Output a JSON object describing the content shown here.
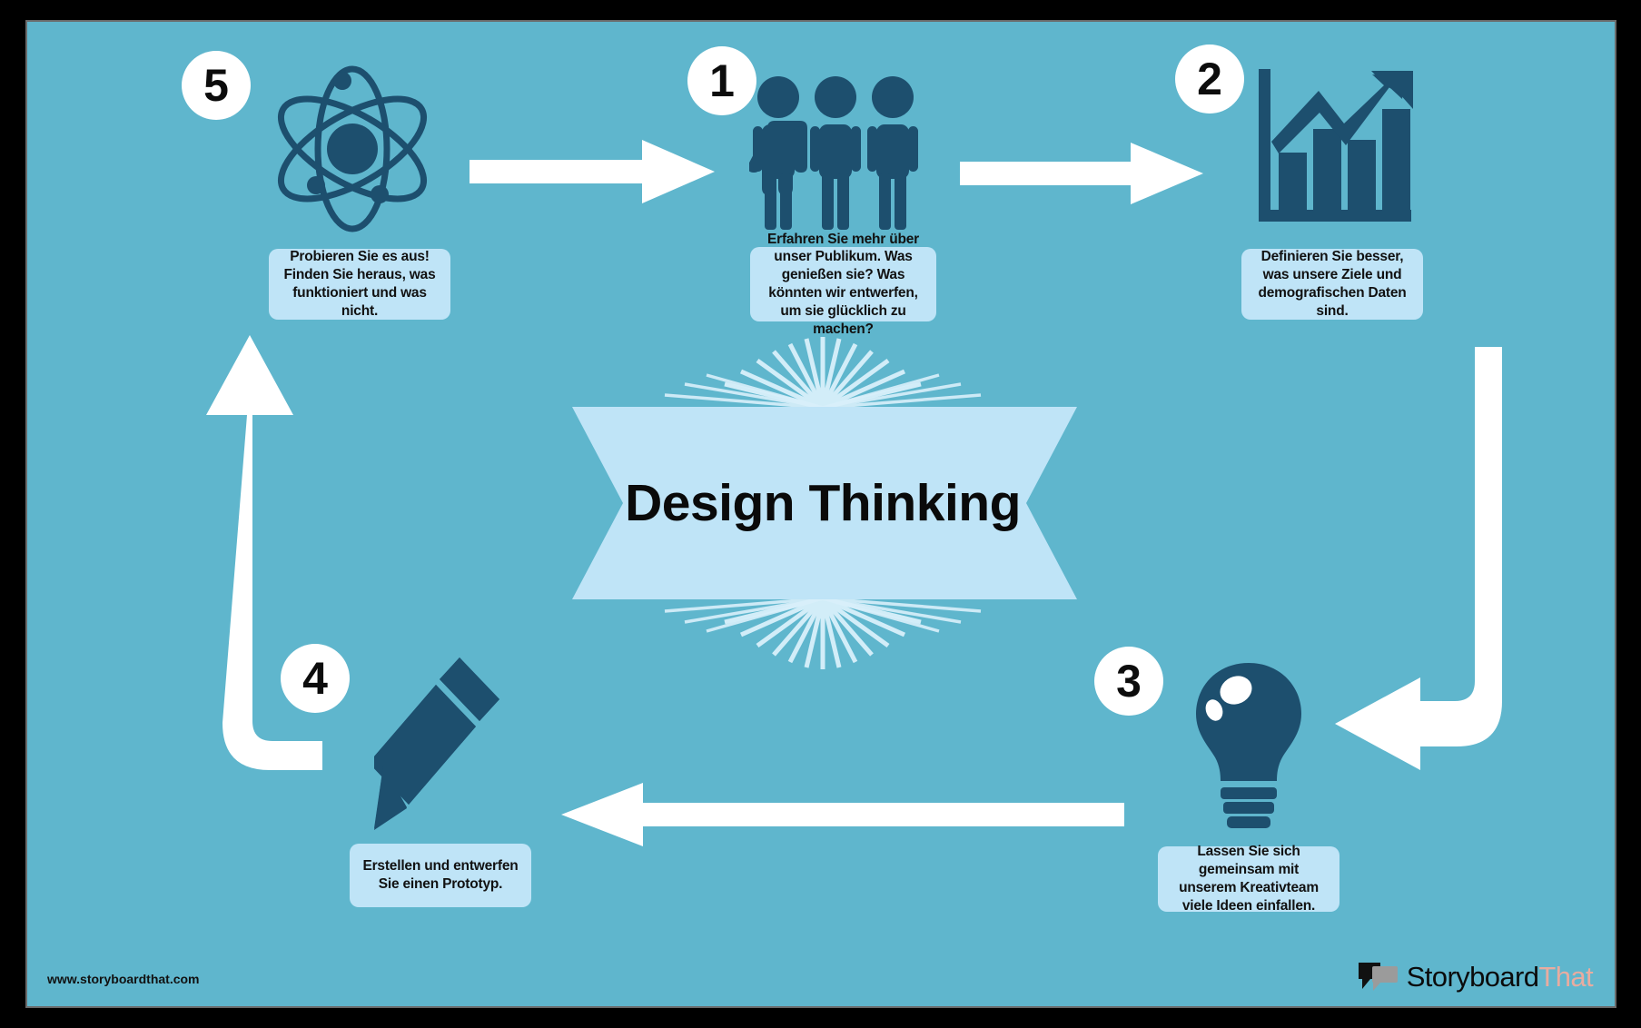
{
  "poster": {
    "title": "Design Thinking",
    "background_color": "#5fb6cd",
    "accent_dark": "#1d4f6e",
    "caption_bg": "#bfe4f7",
    "banner_bg": "#bfe4f7",
    "arrow_color": "#ffffff",
    "badge_bg": "#ffffff",
    "outer_frame_color": "#000000"
  },
  "steps": [
    {
      "number": "1",
      "icon": "people-group-icon",
      "caption": "Erfahren Sie mehr über unser Publikum. Was genießen sie? Was könnten wir entwerfen, um sie glücklich zu machen?"
    },
    {
      "number": "2",
      "icon": "bar-chart-growth-icon",
      "caption": "Definieren Sie besser, was unsere Ziele und demografischen Daten sind."
    },
    {
      "number": "3",
      "icon": "light-bulb-icon",
      "caption": "Lassen Sie sich gemeinsam mit unserem Kreativteam viele Ideen einfallen."
    },
    {
      "number": "4",
      "icon": "pencil-icon",
      "caption": "Erstellen und entwerfen Sie einen Prototyp."
    },
    {
      "number": "5",
      "icon": "atom-icon",
      "caption": "Probieren Sie es aus! Finden Sie heraus, was funktioniert und was nicht."
    }
  ],
  "arrows": [
    {
      "name": "arrow-step5-to-step1",
      "direction": "right"
    },
    {
      "name": "arrow-step1-to-step2",
      "direction": "right"
    },
    {
      "name": "arrow-step2-to-step3",
      "direction": "down-left-curve"
    },
    {
      "name": "arrow-step3-to-step4",
      "direction": "left"
    },
    {
      "name": "arrow-step4-to-step5",
      "direction": "left-up-curve"
    }
  ],
  "footer": {
    "url": "www.storyboardthat.com",
    "logo_primary": "Storyboard",
    "logo_secondary": "That"
  }
}
